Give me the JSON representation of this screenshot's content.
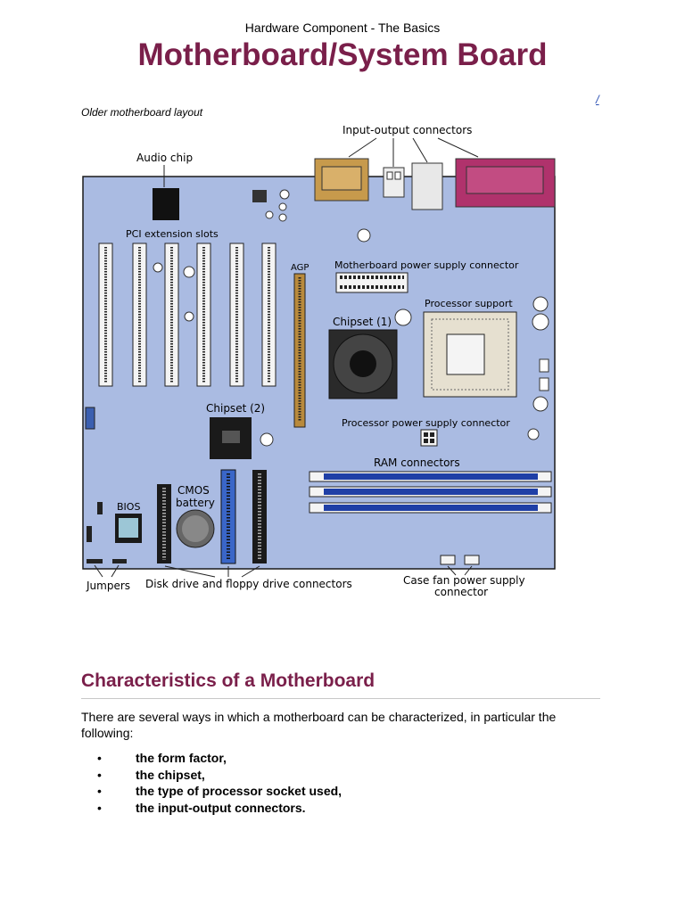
{
  "header": {
    "subtitle": "Hardware Component - The Basics"
  },
  "title": "Motherboard/System Board",
  "corner_link": "/",
  "figure": {
    "caption": "Older motherboard layout",
    "labels": {
      "io": "Input-output connectors",
      "audio": "Audio chip",
      "pci": "PCI extension slots",
      "agp": "AGP",
      "mb_power": "Motherboard power supply connector",
      "chipset1": "Chipset (1)",
      "proc_support": "Processor support",
      "chipset2": "Chipset (2)",
      "proc_power": "Processor power supply connector",
      "ram": "RAM connectors",
      "cmos_a": "CMOS",
      "cmos_b": "battery",
      "bios": "BIOS",
      "jumpers": "Jumpers",
      "disk": "Disk drive and floppy drive connectors",
      "casefan_a": "Case fan power supply",
      "casefan_b": "connector"
    }
  },
  "section": {
    "title": "Characteristics of a Motherboard",
    "intro": "There are several ways in which a motherboard can be characterized, in particular the following:",
    "items": [
      "the form factor,",
      "the chipset,",
      "the type of processor socket used,",
      "the input-output connectors."
    ]
  },
  "colors": {
    "accent": "#7a1f4a",
    "board": "#aabbe2",
    "link": "#2a4fb3",
    "ram_slot": "#1f3fa6"
  }
}
